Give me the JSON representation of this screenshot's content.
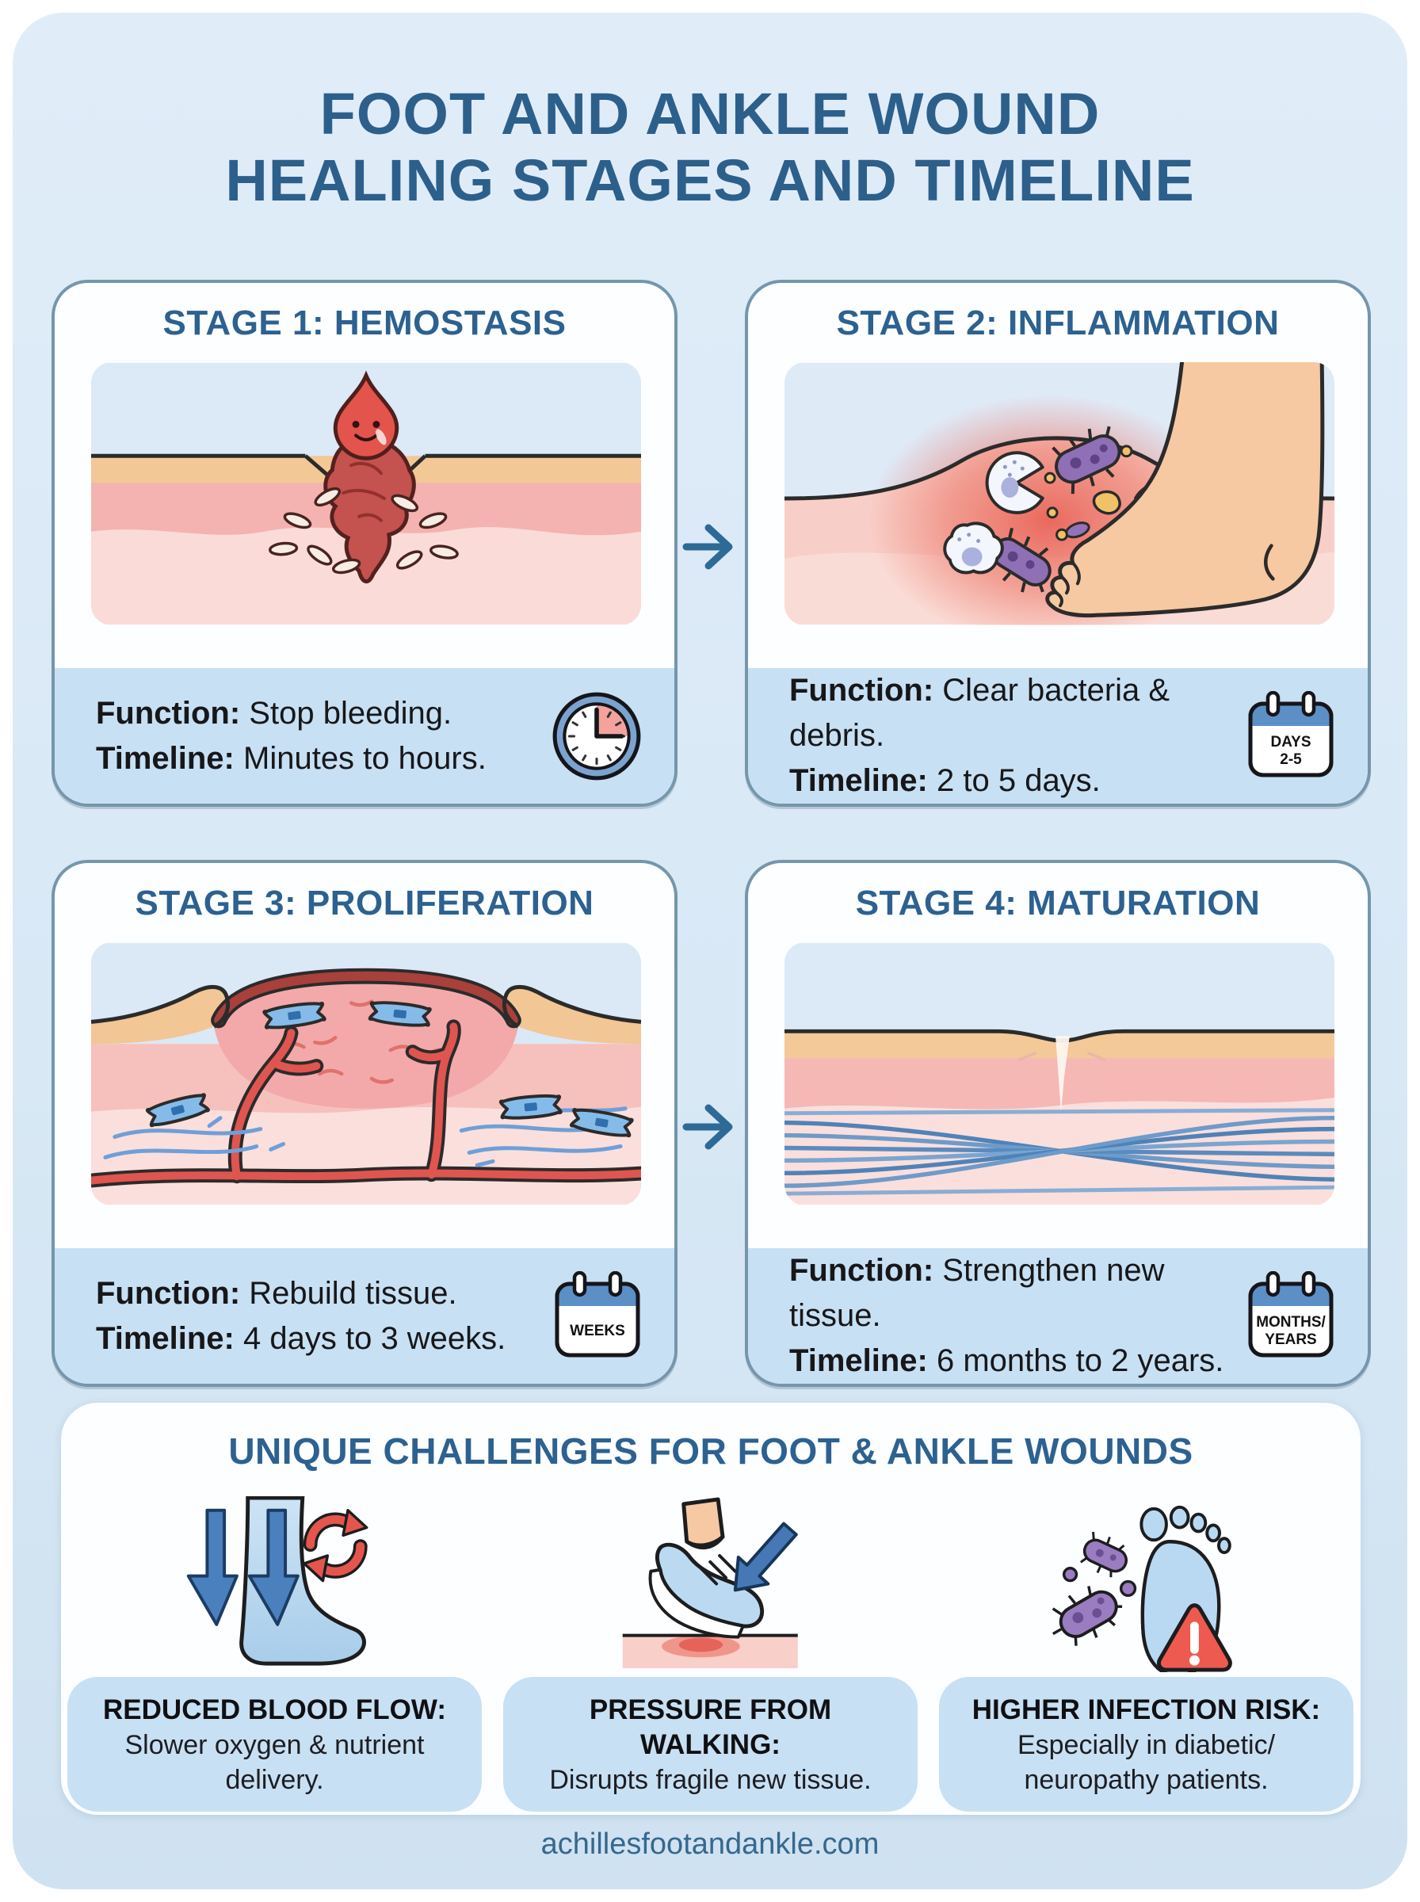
{
  "page": {
    "title_line1": "FOOT AND ANKLE WOUND",
    "title_line2": "HEALING STAGES AND TIMELINE",
    "footer": "achillesfootandankle.com"
  },
  "labels": {
    "function": "Function:",
    "timeline": "Timeline:"
  },
  "stages": [
    {
      "title": "STAGE 1: HEMOSTASIS",
      "function": "Stop bleeding.",
      "timeline": "Minutes to hours.",
      "icon": "clock-icon"
    },
    {
      "title": "STAGE 2: INFLAMMATION",
      "function": "Clear bacteria & debris.",
      "timeline": "2 to 5 days.",
      "icon": "calendar-icon",
      "icon_line1": "DAYS",
      "icon_line2": "2-5"
    },
    {
      "title": "STAGE 3: PROLIFERATION",
      "function": "Rebuild tissue.",
      "timeline": "4 days to 3 weeks.",
      "icon": "calendar-icon",
      "icon_line1": "WEEKS",
      "icon_line2": ""
    },
    {
      "title": "STAGE 4: MATURATION",
      "function": "Strengthen new tissue.",
      "timeline": "6 months to 2 years.",
      "icon": "calendar-icon",
      "icon_line1": "MONTHS/",
      "icon_line2": "YEARS"
    }
  ],
  "challenges": {
    "title": "UNIQUE CHALLENGES FOR FOOT & ANKLE WOUNDS",
    "items": [
      {
        "icon": "ankle-arrows-icon",
        "heading": "REDUCED BLOOD FLOW:",
        "body": "Slower oxygen & nutrient delivery."
      },
      {
        "icon": "shoe-pressure-icon",
        "heading": "PRESSURE FROM WALKING:",
        "body": "Disrupts fragile new tissue."
      },
      {
        "icon": "footprint-infection-icon",
        "heading": "HIGHER INFECTION RISK:",
        "body": "Especially in diabetic/ neuropathy patients."
      }
    ]
  },
  "colors": {
    "heading_blue": "#2d6190",
    "title_blue": "#2d5f8b",
    "panel_blue": "#d8e8f5",
    "strip_blue": "#c8e0f3",
    "card_border": "#7596ab",
    "arrow_blue": "#2e6a96",
    "alert_red": "#e4564d",
    "bacteria_purple": "#8f6fb5",
    "text_dark": "#17171a"
  }
}
